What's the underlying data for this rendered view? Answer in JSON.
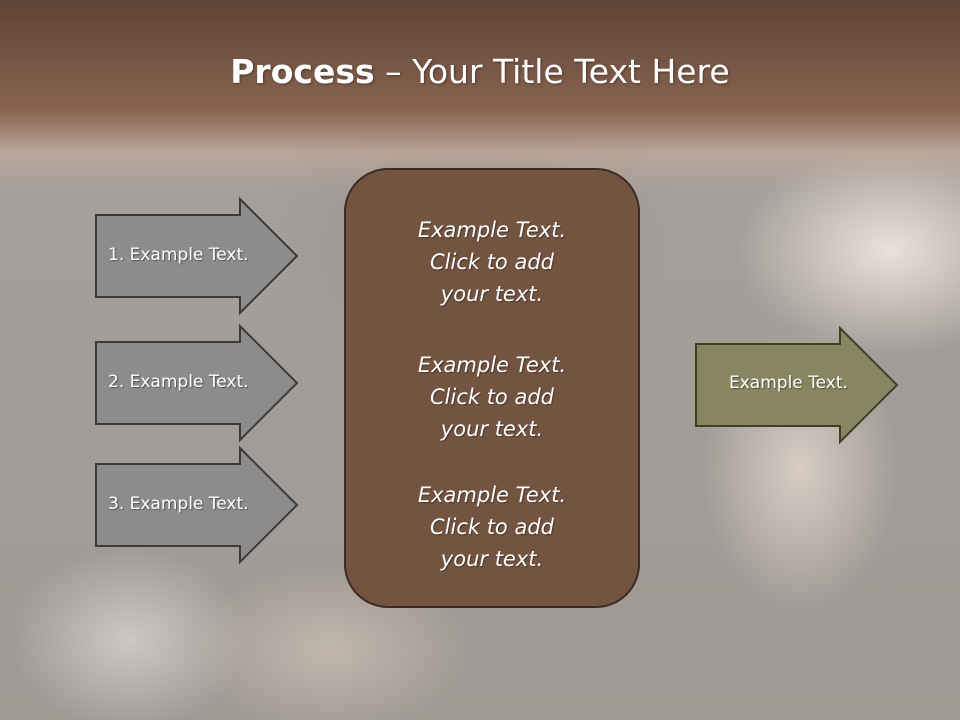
{
  "title": {
    "bold": "Process",
    "rest": " – Your Title Text Here"
  },
  "left_arrows": [
    {
      "label": "1. Example Text."
    },
    {
      "label": "2. Example Text."
    },
    {
      "label": "3. Example Text."
    }
  ],
  "center_box": {
    "blocks": [
      {
        "line1": "Example Text.",
        "line2": "Click  to add",
        "line3": "your text."
      },
      {
        "line1": "Example Text.",
        "line2": "Click  to add",
        "line3": "your text."
      },
      {
        "line1": "Example Text.",
        "line2": "Click  to add",
        "line3": "your text."
      }
    ]
  },
  "right_arrow": {
    "label": "Example Text."
  },
  "colors": {
    "title_band": "#735443",
    "left_arrow_fill": "#8c8c8c",
    "center_box_fill": "#735441",
    "right_arrow_fill": "#878661"
  }
}
